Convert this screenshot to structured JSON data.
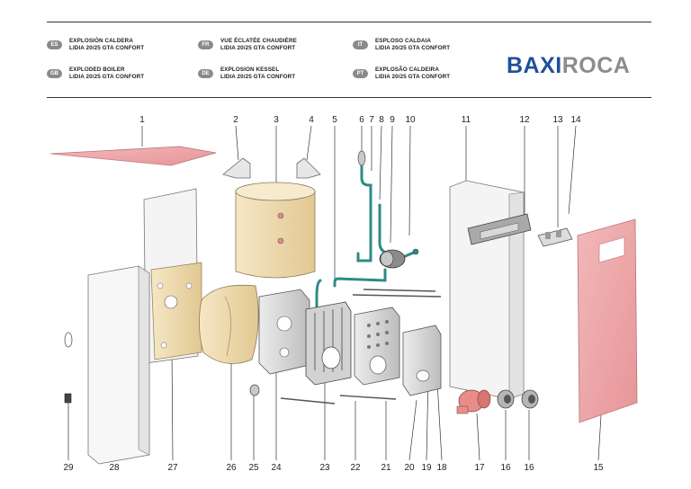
{
  "header": {
    "languages": [
      {
        "code": "ES",
        "lines": [
          "EXPLOSIÓN CALDERA",
          "LIDIA 20/25 GTA CONFORT"
        ]
      },
      {
        "code": "GB",
        "lines": [
          "EXPLODED BOILER",
          "LIDIA 20/25 GTA CONFORT"
        ]
      },
      {
        "code": "FR",
        "lines": [
          "VUE ÉCLATÉE CHAUDIÈRE",
          "LIDIA 20/25 GTA CONFORT"
        ]
      },
      {
        "code": "DE",
        "lines": [
          "EXPLOSION KESSEL",
          "LIDIA 20/25 GTA CONFORT"
        ]
      },
      {
        "code": "IT",
        "lines": [
          "ESPLOSO CALDAIA",
          "LIDIA 20/25 GTA CONFORT"
        ]
      },
      {
        "code": "PT",
        "lines": [
          "EXPLOSÃO CALDEIRA",
          "LIDIA 20/25 GTA CONFORT"
        ]
      }
    ],
    "logo": {
      "part1": "BAXI",
      "part2": "ROCA"
    }
  },
  "callouts": {
    "top": [
      "1",
      "2",
      "3",
      "4",
      "5",
      "6",
      "7",
      "8",
      "9",
      "10",
      "11",
      "12",
      "13",
      "14"
    ],
    "bottom": [
      "29",
      "28",
      "27",
      "26",
      "25",
      "24",
      "23",
      "22",
      "21",
      "20",
      "19",
      "18",
      "17",
      "16",
      "16",
      "15"
    ]
  },
  "colors": {
    "panel_pink": "#eea7a9",
    "insulation_beige": "#efdcb4",
    "metal_grey": "#d9d9d9",
    "pipe_teal": "#2f8a85",
    "brand_blue": "#1f4f9c"
  }
}
